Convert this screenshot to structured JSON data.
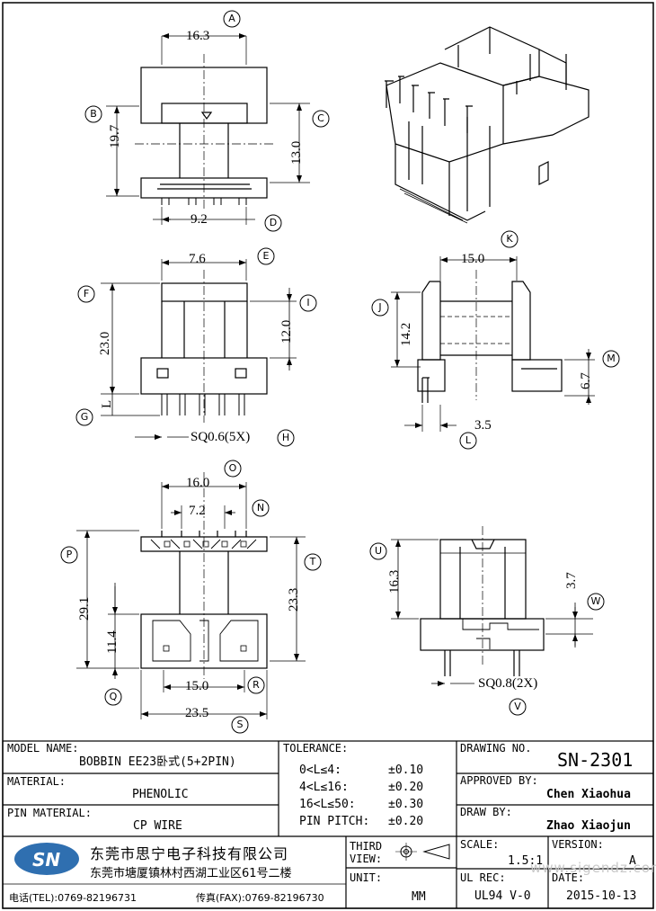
{
  "drawing": {
    "dims": {
      "a": "16.3",
      "b": "19.7",
      "c": "13.0",
      "d": "9.2",
      "e": "7.6",
      "f": "23.0",
      "g": "L",
      "h": "SQ0.6(5X)",
      "i": "12.0",
      "k": "15.0",
      "j": "14.2",
      "m": "6.7",
      "l": "3.5",
      "o": "16.0",
      "n": "7.2",
      "p": "29.1",
      "q": "11.4",
      "t": "23.3",
      "r": "15.0",
      "s": "23.5",
      "u": "16.3",
      "w": "3.7",
      "v": "SQ0.8(2X)"
    },
    "callouts": [
      "A",
      "B",
      "C",
      "D",
      "E",
      "F",
      "G",
      "H",
      "I",
      "J",
      "K",
      "L",
      "M",
      "N",
      "O",
      "P",
      "Q",
      "R",
      "S",
      "T",
      "U",
      "V",
      "W"
    ]
  },
  "title_block": {
    "model_name_label": "MODEL NAME:",
    "model_name_value": "BOBBIN EE23卧式(5+2PIN)",
    "material_label": "MATERIAL:",
    "material_value": "PHENOLIC",
    "pin_material_label": "PIN MATERIAL:",
    "pin_material_value": "CP WIRE",
    "tolerance_label": "TOLERANCE:",
    "tolerances": [
      {
        "range": "0<L≤4:",
        "value": "±0.10"
      },
      {
        "range": "4<L≤16:",
        "value": "±0.20"
      },
      {
        "range": "16<L≤50:",
        "value": "±0.30"
      },
      {
        "range": "PIN PITCH:",
        "value": "±0.20"
      }
    ],
    "drawing_no_label": "DRAWING NO.",
    "drawing_no_value": "SN-2301",
    "approved_by_label": "APPROVED BY:",
    "approved_by_value": "Chen Xiaohua",
    "draw_by_label": "DRAW BY:",
    "draw_by_value": "Zhao Xiaojun",
    "company_logo": "SN",
    "company_name": "东莞市思宁电子科技有限公司",
    "company_address": "东莞市塘厦镇林村西湖工业区61号二楼",
    "tel": "电话(TEL):0769-82196731",
    "fax": "传真(FAX):0769-82196730",
    "third_view_label_1": "THIRD",
    "third_view_label_2": "VIEW:",
    "unit_label": "UNIT:",
    "unit_value": "MM",
    "scale_label": "SCALE:",
    "scale_value": "1.5:1",
    "version_label": "VERSION:",
    "version_value": "A",
    "ul_rec_label": "UL REC:",
    "ul_rec_value": "UL94 V-0",
    "date_label": "DATE:",
    "date_value": "2015-10-13",
    "watermark": "www.sigendz.com"
  }
}
